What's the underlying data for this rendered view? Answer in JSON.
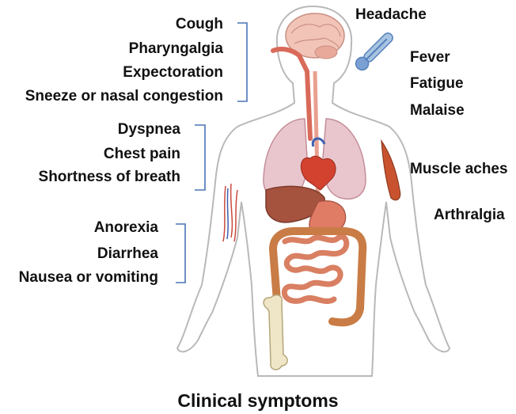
{
  "title": "Clinical symptoms",
  "groups": {
    "respiratory_upper": [
      "Cough",
      "Pharyngalgia",
      "Expectoration",
      "Sneeze or nasal congestion"
    ],
    "respiratory_lower": [
      "Dyspnea",
      "Chest pain",
      "Shortness of breath"
    ],
    "digestive": [
      "Anorexia",
      "Diarrhea",
      "Nausea or vomiting"
    ],
    "systemic": [
      "Headache",
      "Fever",
      "Fatigue",
      "Malaise",
      "Muscle aches",
      "Arthralgia"
    ]
  },
  "colors": {
    "bracket": "#4a73b5",
    "text": "#111111",
    "skin_outline": "#b9b9b9",
    "lung": "#e9c6cd",
    "liver": "#a5523f",
    "intestine": "#d97f62",
    "colon": "#c97c45",
    "heart": "#d2422f",
    "brain": "#f2c4b7",
    "bone": "#efe6c8"
  }
}
